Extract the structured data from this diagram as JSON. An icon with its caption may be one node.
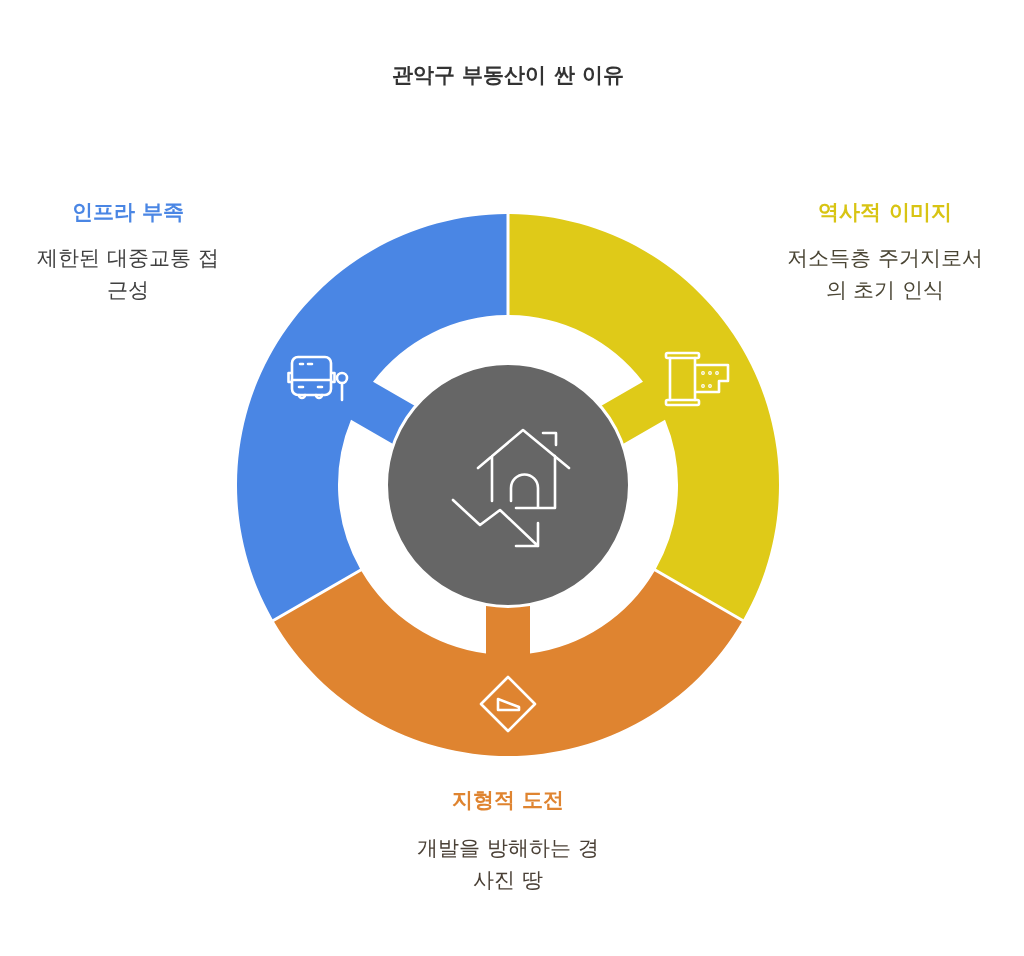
{
  "diagram": {
    "title": "관악구 부동산이 싼 이유",
    "nodes": [
      {
        "text": [
          "인프라 부족",
          "제한된 대중교통 접근성"
        ]
      },
      {
        "text": [
          "역사적 이미지",
          "저소득층 주거지로서의 초기 인식"
        ]
      },
      {
        "text": [
          "지형적 도전",
          "개발을 방해하는 경사진 땅"
        ]
      },
      {
        "text": [],
        "shape": "circle"
      }
    ]
  }
}
